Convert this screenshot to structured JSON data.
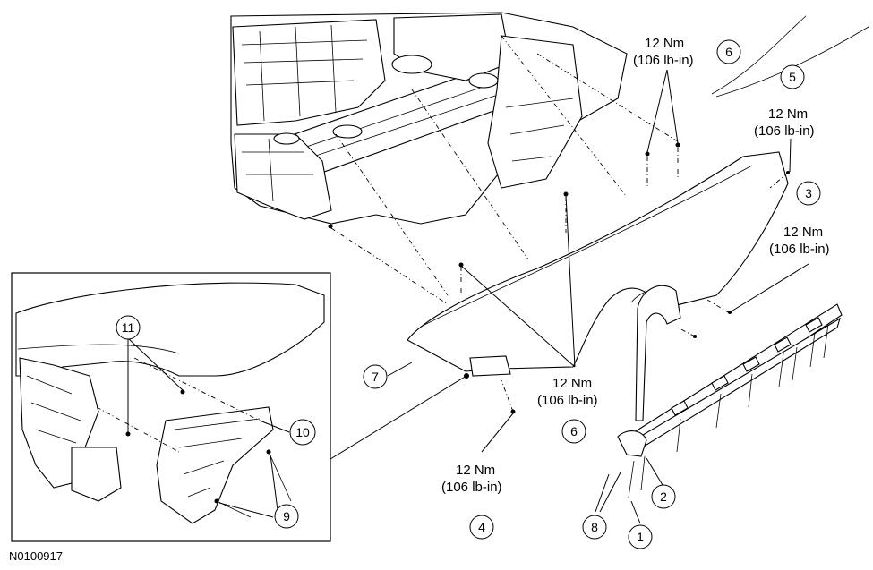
{
  "figure_code": "N0100917",
  "torque": {
    "value": "12 Nm",
    "imperial": "(106 lb-in)"
  },
  "callouts": {
    "c1": "1",
    "c2": "2",
    "c3": "3",
    "c4": "4",
    "c5": "5",
    "c6": "6",
    "c7": "7",
    "c8": "8",
    "c9": "9",
    "c10": "10",
    "c11": "11"
  }
}
